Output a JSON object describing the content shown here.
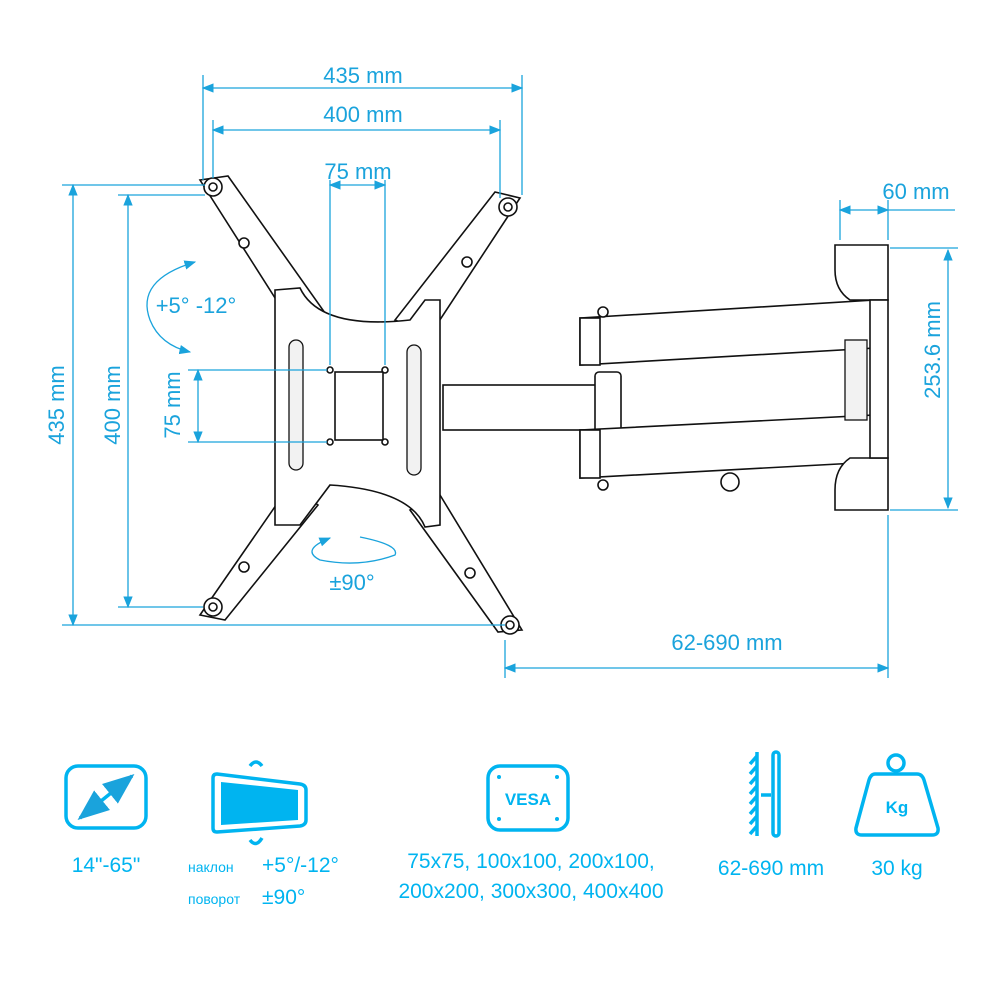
{
  "dimensions": {
    "total_width": "435 mm",
    "vesa_max_width": "400 mm",
    "vesa_min_width": "75 mm",
    "total_height": "435 mm",
    "vesa_max_height": "400 mm",
    "vesa_min_height": "75 mm",
    "wall_plate_depth": "60 mm",
    "wall_plate_height": "253.6 mm",
    "extension": "62-690 mm",
    "tilt": "+5° -12°",
    "rotation": "±90°"
  },
  "specs": {
    "screen_size": "14\"-65\"",
    "tilt_label": "наклон",
    "tilt_value": "+5°/-12°",
    "rotate_label": "поворот",
    "rotate_value": "±90°",
    "vesa_badge": "VESA",
    "vesa_line1": "75x75, 100x100, 200x100,",
    "vesa_line2": "200x200, 300x300, 400x400",
    "extension": "62-690 mm",
    "weight_badge": "Kg",
    "weight": "30 kg"
  },
  "colors": {
    "accent": "#00b4f0",
    "dimension": "#1aa3dc"
  }
}
